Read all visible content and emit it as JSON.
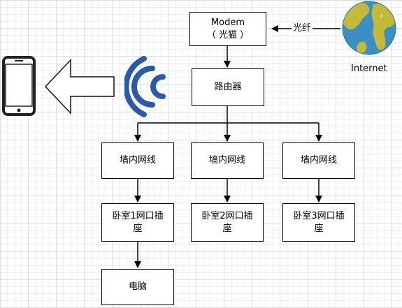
{
  "diagram": {
    "modem": {
      "title": "Modem",
      "subtitle": "（ 光猫 ）"
    },
    "router": "路由器",
    "fiber_label": "光纤",
    "internet_label": "Internet",
    "wall_cables": [
      "墙内网线",
      "墙内网线",
      "墙内网线"
    ],
    "sockets": [
      [
        "卧室1网口插",
        "座"
      ],
      [
        "卧室2网口插",
        "座"
      ],
      [
        "卧室3网口插",
        "座"
      ]
    ],
    "computer": "电脑"
  },
  "colors": {
    "wifi": "#2b5ba8",
    "globe_ocean": "#3b8fc4",
    "globe_land": "#c3ba3a",
    "line": "#000000"
  },
  "icons": [
    "smartphone-icon",
    "wifi-signal-icon",
    "globe-icon",
    "arrow-left-icon"
  ]
}
